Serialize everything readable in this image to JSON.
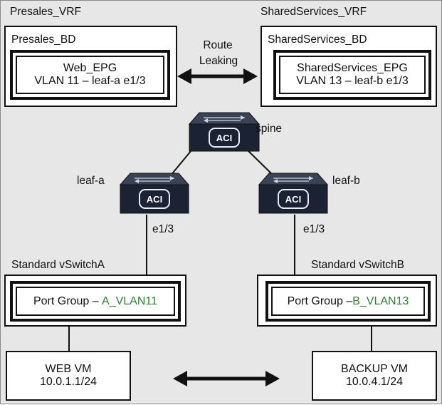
{
  "presales": {
    "vrf_label": "Presales_VRF",
    "bd_label": "Presales_BD",
    "epg_line1": "Web_EPG",
    "epg_line2": "VLAN 11 – leaf-a e1/3"
  },
  "shared": {
    "vrf_label": "SharedServices_VRF",
    "bd_label": "SharedServices_BD",
    "epg_line1": "SharedServices_EPG",
    "epg_line2": "VLAN 13 – leaf-b e1/3"
  },
  "route_leaking": {
    "line1": "Route",
    "line2": "Leaking"
  },
  "fabric": {
    "spine_label": "spine",
    "leaf_a_label": "leaf-a",
    "leaf_b_label": "leaf-b",
    "leaf_a_port": "e1/3",
    "leaf_b_port": "e1/3",
    "switch_badge": "ACI"
  },
  "vswitch_a": {
    "label": "Standard vSwitchA",
    "pg_prefix": "Port Group – ",
    "pg_name": "A_VLAN11"
  },
  "vswitch_b": {
    "label": "Standard vSwitchB",
    "pg_prefix": "Port Group –",
    "pg_name": "B_VLAN13"
  },
  "web_vm": {
    "name": "WEB VM",
    "ip": "10.0.1.1/24"
  },
  "backup_vm": {
    "name": "BACKUP VM",
    "ip": "10.0.4.1/24"
  },
  "colors": {
    "port_group_name": "#2e7d32",
    "switch_body": "#1b2233",
    "background": "#e7e7e7"
  }
}
